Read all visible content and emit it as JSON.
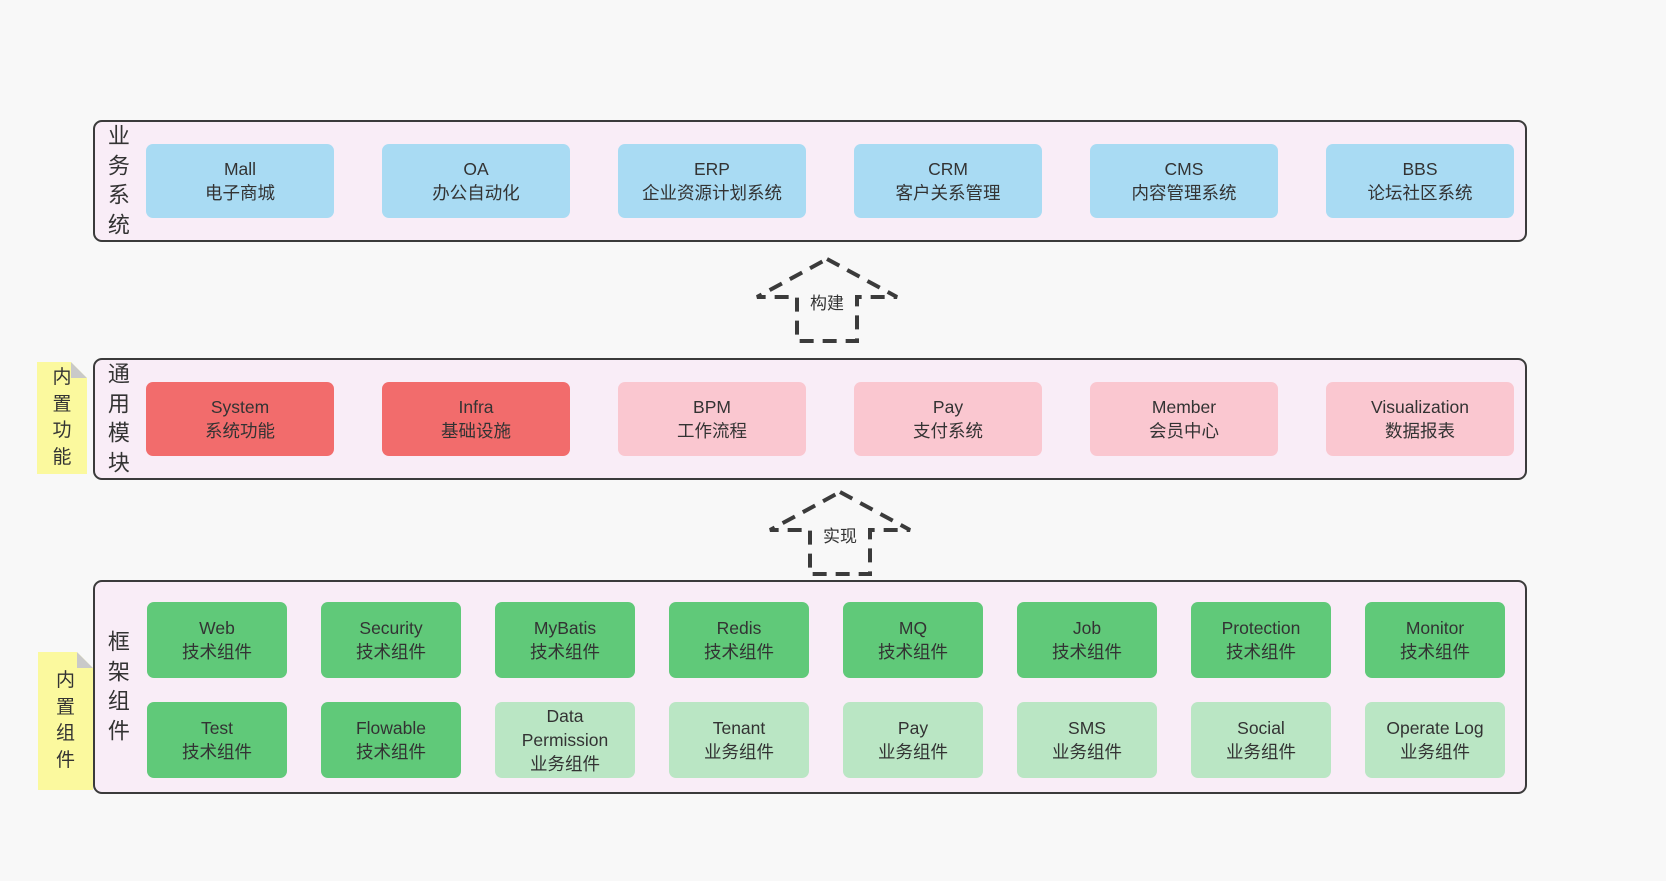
{
  "colors": {
    "pageBg": "#f8f8f8",
    "containerFill": "#f9edf7",
    "border": "#3b3b3b",
    "text": "#333333",
    "blue": "#a9dbf3",
    "red": "#f26c6c",
    "pink": "#fac7d0",
    "greenDark": "#60c979",
    "greenLight": "#bae6c4",
    "sticky": "#fbf99e",
    "fold": "#c9c9c9"
  },
  "arrows": [
    {
      "label": "构建"
    },
    {
      "label": "实现"
    }
  ],
  "layers": [
    {
      "label": "业务系统",
      "boxes": [
        {
          "title": "Mall",
          "subtitle": "电子商城",
          "type": "blue"
        },
        {
          "title": "OA",
          "subtitle": "办公自动化",
          "type": "blue"
        },
        {
          "title": "ERP",
          "subtitle": "企业资源计划系统",
          "type": "blue"
        },
        {
          "title": "CRM",
          "subtitle": "客户关系管理",
          "type": "blue"
        },
        {
          "title": "CMS",
          "subtitle": "内容管理系统",
          "type": "blue"
        },
        {
          "title": "BBS",
          "subtitle": "论坛社区系统",
          "type": "blue"
        }
      ]
    },
    {
      "label": "通用模块",
      "sticky": "内置功能",
      "boxes": [
        {
          "title": "System",
          "subtitle": "系统功能",
          "type": "red"
        },
        {
          "title": "Infra",
          "subtitle": "基础设施",
          "type": "red"
        },
        {
          "title": "BPM",
          "subtitle": "工作流程",
          "type": "pink"
        },
        {
          "title": "Pay",
          "subtitle": "支付系统",
          "type": "pink"
        },
        {
          "title": "Member",
          "subtitle": "会员中心",
          "type": "pink"
        },
        {
          "title": "Visualization",
          "subtitle": "数据报表",
          "type": "pink"
        }
      ]
    },
    {
      "label": "框架组件",
      "sticky": "内置组件",
      "rows": [
        [
          {
            "title": "Web",
            "subtitle": "技术组件",
            "type": "greenDark"
          },
          {
            "title": "Security",
            "subtitle": "技术组件",
            "type": "greenDark"
          },
          {
            "title": "MyBatis",
            "subtitle": "技术组件",
            "type": "greenDark"
          },
          {
            "title": "Redis",
            "subtitle": "技术组件",
            "type": "greenDark"
          },
          {
            "title": "MQ",
            "subtitle": "技术组件",
            "type": "greenDark"
          },
          {
            "title": "Job",
            "subtitle": "技术组件",
            "type": "greenDark"
          },
          {
            "title": "Protection",
            "subtitle": "技术组件",
            "type": "greenDark"
          },
          {
            "title": "Monitor",
            "subtitle": "技术组件",
            "type": "greenDark"
          }
        ],
        [
          {
            "title": "Test",
            "subtitle": "技术组件",
            "type": "greenDark"
          },
          {
            "title": "Flowable",
            "subtitle": "技术组件",
            "type": "greenDark"
          },
          {
            "title": "Data Permission",
            "subtitle": "业务组件",
            "type": "greenLight"
          },
          {
            "title": "Tenant",
            "subtitle": "业务组件",
            "type": "greenLight"
          },
          {
            "title": "Pay",
            "subtitle": "业务组件",
            "type": "greenLight"
          },
          {
            "title": "SMS",
            "subtitle": "业务组件",
            "type": "greenLight"
          },
          {
            "title": "Social",
            "subtitle": "业务组件",
            "type": "greenLight"
          },
          {
            "title": "Operate Log",
            "subtitle": "业务组件",
            "type": "greenLight"
          }
        ]
      ]
    }
  ]
}
